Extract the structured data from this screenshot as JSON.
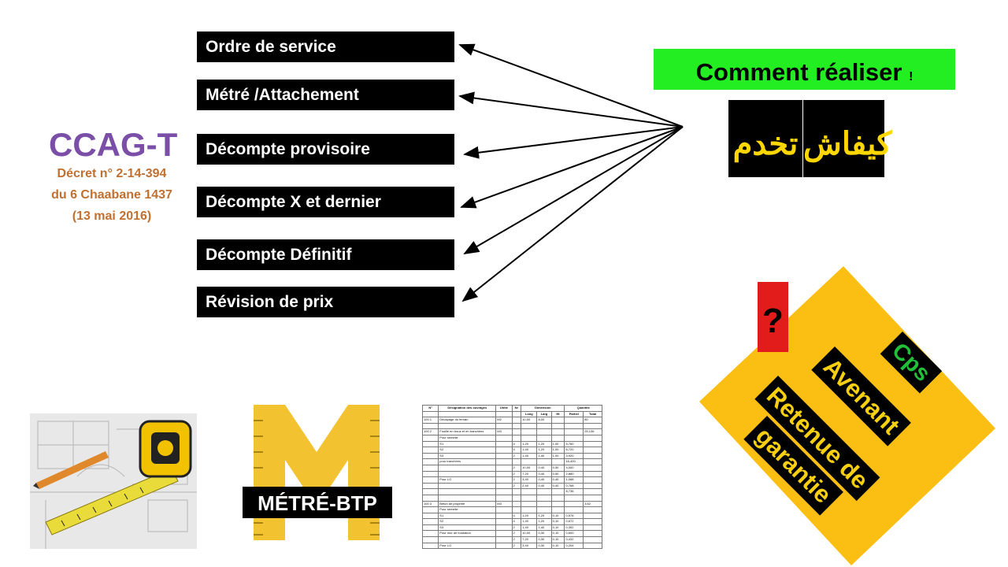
{
  "ccag": {
    "title": "CCAG-T",
    "line1": "Décret n° 2-14-394",
    "line2": "du 6 Chaabane 1437",
    "line3": "(13 mai 2016)"
  },
  "menu": [
    {
      "label": "Ordre de service"
    },
    {
      "label": "Métré /Attachement"
    },
    {
      "label": "Décompte provisoire"
    },
    {
      "label": "Décompte X et dernier"
    },
    {
      "label": "Décompte Définitif"
    },
    {
      "label": "Révision de prix"
    }
  ],
  "heading": {
    "text": "Comment réaliser",
    "mark": "!",
    "arabic_word1": "كيفاش",
    "arabic_word2": "تخدم"
  },
  "diamond": {
    "question": "?",
    "cps": "Cps",
    "avenant": "Avenant",
    "retenue": "Retenue de",
    "garantie": "garantie"
  },
  "metre_logo": {
    "banner": "MÉTRÉ-BTP"
  },
  "sheet": {
    "headers": [
      "N°",
      "Désignation des ouvrages",
      "Unité",
      "Nr",
      "Dimension",
      "Quantité"
    ],
    "subheaders": [
      "Long",
      "Larg",
      "Ht",
      "Partiel",
      "Total"
    ],
    "rows": [
      [
        "100 1",
        "Décapage du terrain",
        "M2",
        "",
        "10,00",
        "8,00",
        "",
        "",
        "80"
      ],
      [
        "",
        "",
        "",
        "",
        "",
        "",
        "",
        "",
        ""
      ],
      [
        "100 2",
        "Fouille en trous et en tranchées",
        "M3",
        "",
        "",
        "",
        "",
        "",
        "25,136"
      ],
      [
        "",
        "Pour semelle",
        "",
        "",
        "",
        "",
        "",
        "",
        ""
      ],
      [
        "",
        "S1",
        "",
        "4",
        "1,20",
        "1,20",
        "1,00",
        "5,760",
        ""
      ],
      [
        "",
        "S2",
        "",
        "4",
        "1,40",
        "1,20",
        "1,00",
        "6,720",
        ""
      ],
      [
        "",
        "S3",
        "",
        "2",
        "1,40",
        "1,40",
        "1,00",
        "3,920",
        ""
      ],
      [
        "",
        "pour tranchées",
        "",
        "",
        "",
        "",
        "",
        "16,400",
        ""
      ],
      [
        "",
        "",
        "",
        "2",
        "10,00",
        "0,40",
        "0,50",
        "4,000",
        ""
      ],
      [
        "",
        "",
        "",
        "2",
        "7,20",
        "0,40",
        "0,50",
        "2,880",
        ""
      ],
      [
        "",
        "Pour LG",
        "",
        "2",
        "3,40",
        "0,40",
        "0,40",
        "1,088",
        ""
      ],
      [
        "",
        "",
        "",
        "2",
        "2,40",
        "0,40",
        "0,40",
        "0,768",
        ""
      ],
      [
        "",
        "",
        "",
        "",
        "",
        "",
        "",
        "8,736",
        ""
      ],
      [
        "",
        "",
        "",
        "",
        "",
        "",
        "",
        "",
        ""
      ],
      [
        "100 3",
        "Béton de propreté",
        "M3",
        "",
        "",
        "",
        "",
        "",
        "3,62"
      ],
      [
        "",
        "Pour semelle",
        "",
        "",
        "",
        "",
        "",
        "",
        ""
      ],
      [
        "",
        "S1",
        "",
        "4",
        "1,20",
        "1,20",
        "0,10",
        "0,576",
        ""
      ],
      [
        "",
        "S2",
        "",
        "4",
        "1,40",
        "1,20",
        "0,10",
        "0,672",
        ""
      ],
      [
        "",
        "S3",
        "",
        "2",
        "1,40",
        "1,40",
        "0,10",
        "0,392",
        ""
      ],
      [
        "",
        "Pour mur de fondation",
        "",
        "2",
        "10,00",
        "0,30",
        "0,10",
        "0,600",
        ""
      ],
      [
        "",
        "",
        "",
        "2",
        "7,20",
        "0,30",
        "0,10",
        "0,432",
        ""
      ],
      [
        "",
        "Pour LG",
        "",
        "2",
        "3,40",
        "0,30",
        "0,10",
        "0,204",
        ""
      ]
    ]
  },
  "colors": {
    "label_bg": "#000000",
    "green": "#22ee22",
    "arabic_text": "#ffd700",
    "diamond": "#fbbf14",
    "question_bg": "#e21b1b",
    "cps_text": "#22c03a",
    "avenant_text": "#f6cf10",
    "purple": "#7b4fa8",
    "orange": "#c07030"
  }
}
